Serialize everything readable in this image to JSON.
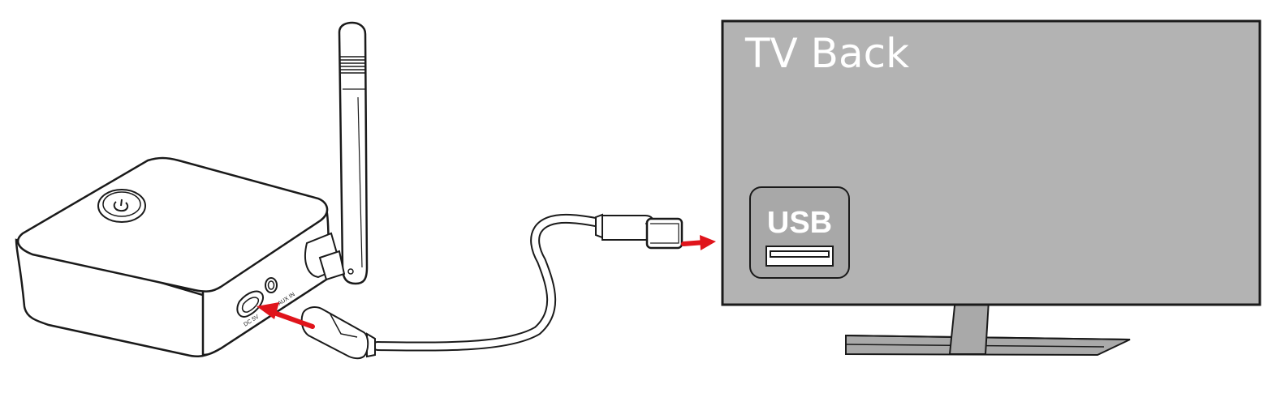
{
  "tv": {
    "title": "TV Back",
    "port_label": "USB"
  },
  "device": {
    "ports": [
      {
        "label": "DC 5V"
      },
      {
        "label": "AUX IN"
      }
    ]
  },
  "colors": {
    "tv_panel": "#b3b3b3",
    "arrow": "#e0141b",
    "outline": "#1a1a1a",
    "usb_port_panel": "#a8a8a8"
  },
  "icons": [
    "power-icon",
    "usb-port-icon",
    "arrow-right-icon",
    "arrow-left-icon"
  ]
}
